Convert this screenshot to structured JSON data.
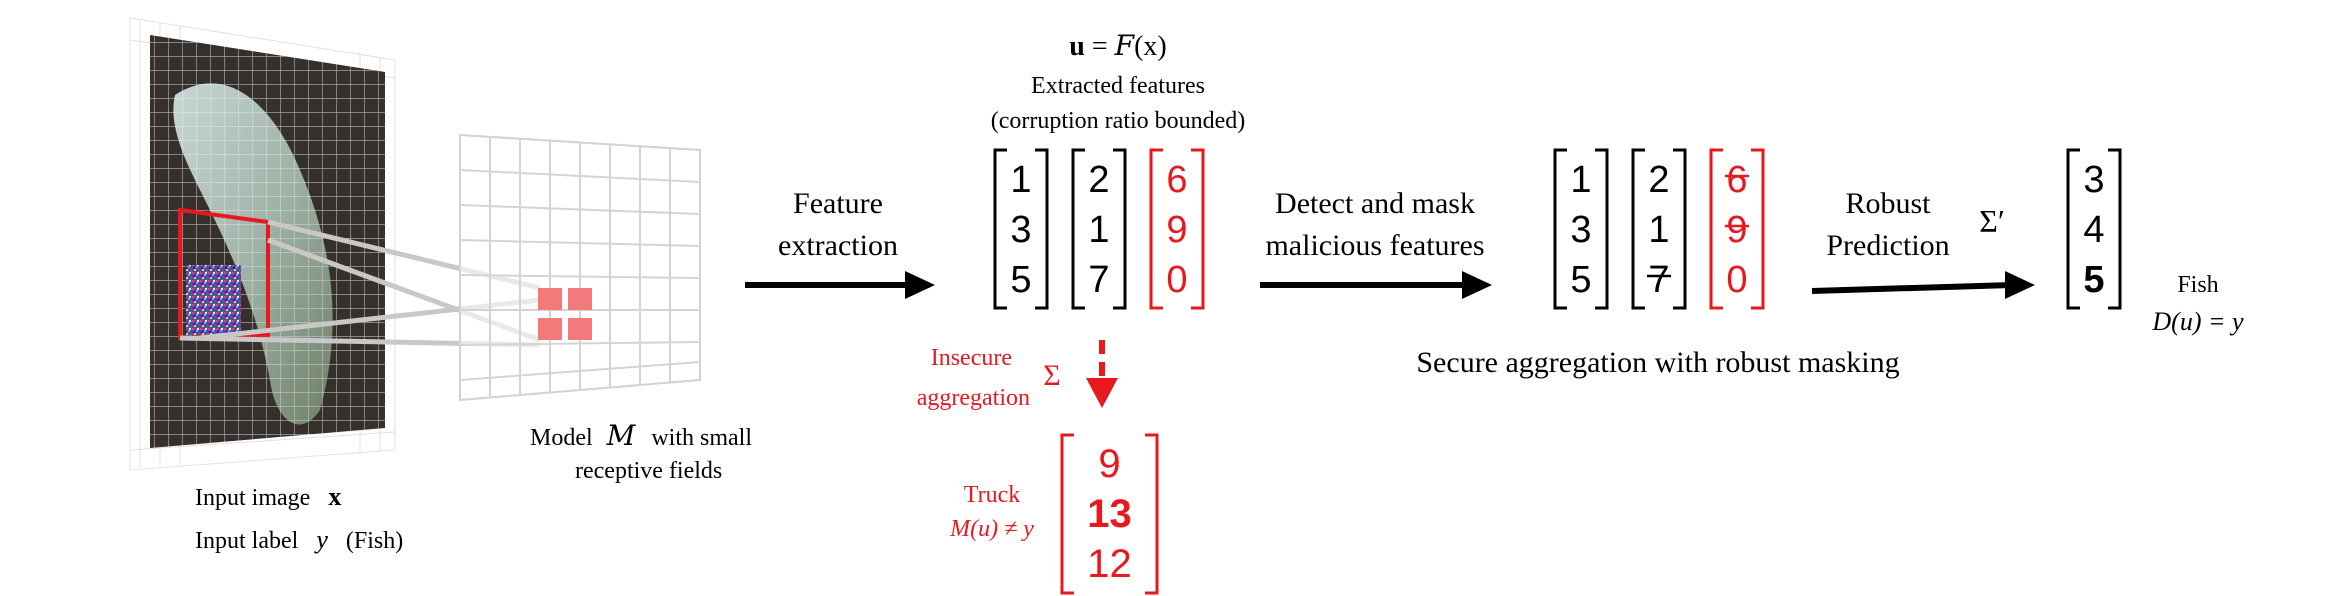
{
  "colors": {
    "accent_red": "#e8191e",
    "text": "#000000",
    "grid": "#d0d0d0",
    "patch_red": "#f28080"
  },
  "input": {
    "image_caption": "Input image",
    "image_symbol": "x",
    "label_caption": "Input label",
    "label_symbol": "y",
    "label_class": "(Fish)"
  },
  "model": {
    "caption_line1_a": "Model",
    "caption_symbol": "M",
    "caption_line1_b": "with small",
    "caption_line2": "receptive fields"
  },
  "features": {
    "equation_u": "u",
    "equation_eq": " = ",
    "equation_F": "F",
    "equation_x": "(x)",
    "title": "Extracted features",
    "subtitle": "(corruption ratio bounded)",
    "columns": [
      {
        "values": [
          "1",
          "3",
          "5"
        ],
        "color": "black"
      },
      {
        "values": [
          "2",
          "1",
          "7"
        ],
        "color": "black"
      },
      {
        "values": [
          "6",
          "9",
          "0"
        ],
        "color": "red"
      }
    ]
  },
  "step_feature_extraction": {
    "line1": "Feature",
    "line2": "extraction"
  },
  "step_detect": {
    "line1": "Detect and mask",
    "line2": "malicious features"
  },
  "masked_features": {
    "columns": [
      {
        "values": [
          "1",
          "3",
          "5"
        ],
        "color": "black",
        "struck": [
          false,
          false,
          false
        ]
      },
      {
        "values": [
          "2",
          "1",
          "7"
        ],
        "color": "black",
        "struck": [
          false,
          false,
          true
        ]
      },
      {
        "values": [
          "6",
          "9",
          "0"
        ],
        "color": "red",
        "struck": [
          true,
          true,
          false
        ]
      }
    ]
  },
  "step_robust": {
    "line1": "Robust",
    "line2": "Prediction",
    "symbol": "Σ′"
  },
  "robust_output": {
    "values": [
      "3",
      "4",
      "5"
    ],
    "bold_index": 2,
    "class_label": "Fish",
    "equation": "D(u) = y"
  },
  "secure_caption": "Secure aggregation with robust masking",
  "insecure": {
    "line1": "Insecure",
    "line2": "aggregation",
    "symbol": "Σ",
    "output_values": [
      "9",
      "13",
      "12"
    ],
    "bold_index": 1,
    "class_label": "Truck",
    "equation": "M(u) ≠ y"
  }
}
